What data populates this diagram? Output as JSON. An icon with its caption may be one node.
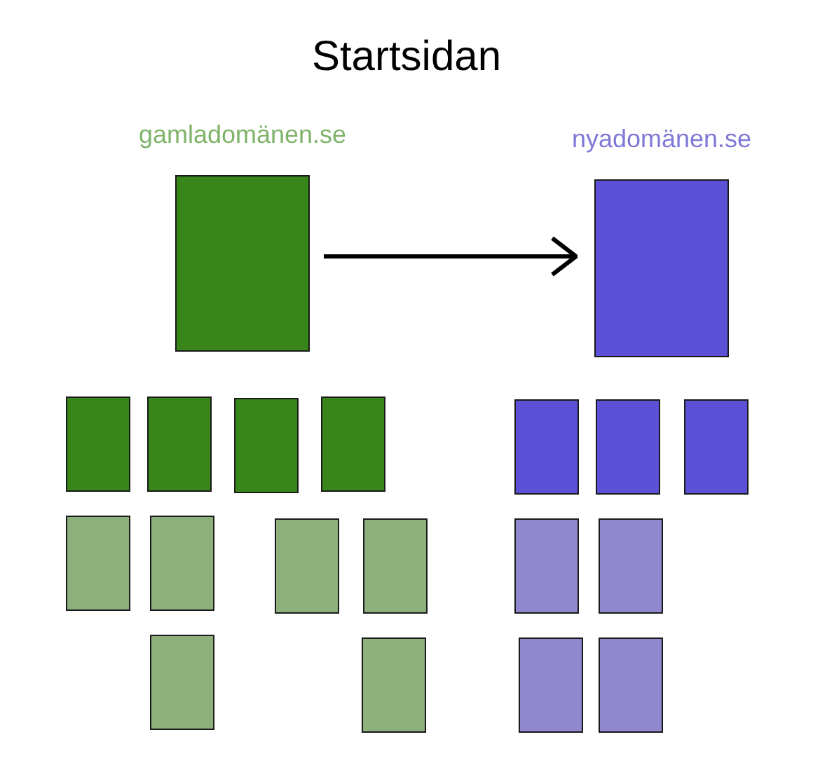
{
  "diagram": {
    "title": "Startsidan",
    "nodes": [
      {
        "text": [
          "gamladomänen.se"
        ]
      },
      {
        "text": [
          "nyadomänen.se"
        ]
      },
      {
        "text": [],
        "shape": "box"
      },
      {
        "text": [],
        "shape": "box"
      },
      {
        "text": [],
        "shape": "box"
      },
      {
        "text": [],
        "shape": "box"
      },
      {
        "text": [],
        "shape": "box"
      },
      {
        "text": [],
        "shape": "box"
      },
      {
        "text": [],
        "shape": "box"
      },
      {
        "text": [],
        "shape": "box"
      },
      {
        "text": [],
        "shape": "box"
      },
      {
        "text": [],
        "shape": "box"
      },
      {
        "text": [],
        "shape": "box"
      },
      {
        "text": [],
        "shape": "box"
      },
      {
        "text": [],
        "shape": "box"
      },
      {
        "text": [],
        "shape": "box"
      },
      {
        "text": [],
        "shape": "box"
      },
      {
        "text": [],
        "shape": "box"
      },
      {
        "text": [],
        "shape": "box"
      }
    ],
    "edges": [
      {
        "from": 0,
        "to": 1,
        "arrow": "to"
      }
    ]
  }
}
